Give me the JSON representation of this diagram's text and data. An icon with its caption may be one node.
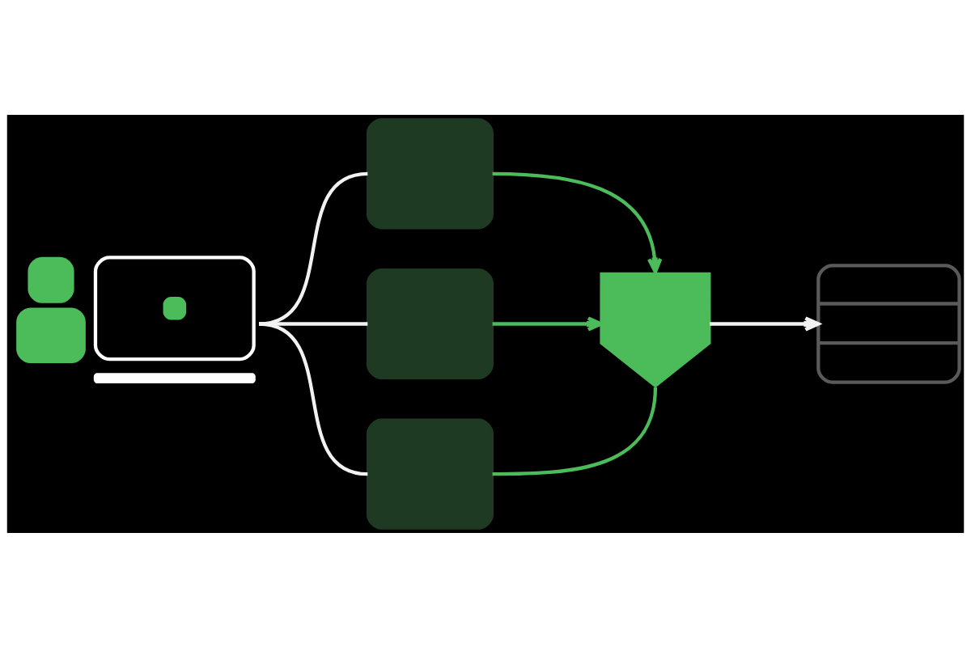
{
  "diagram": {
    "nodes": [
      {
        "text": [],
        "shape": "picture"
      },
      {
        "text": [],
        "shape": "box"
      },
      {
        "text": [],
        "shape": "box"
      },
      {
        "text": [],
        "shape": "box"
      },
      {
        "text": [],
        "shape": "picture"
      },
      {
        "text": [],
        "shape": "picture"
      }
    ],
    "edges": [
      {
        "from": 0,
        "to": 1,
        "arrow": "none"
      },
      {
        "from": 0,
        "to": 2,
        "arrow": "none"
      },
      {
        "from": 0,
        "to": 3,
        "arrow": "none"
      },
      {
        "from": 1,
        "to": 4,
        "arrow": "to",
        "color": "#4cbb5a"
      },
      {
        "from": 2,
        "to": 4,
        "arrow": "to",
        "color": "#4cbb5a"
      },
      {
        "from": 3,
        "to": 4,
        "arrow": "none",
        "color": "#4cbb5a"
      },
      {
        "from": 4,
        "to": 5,
        "arrow": "to"
      }
    ]
  }
}
